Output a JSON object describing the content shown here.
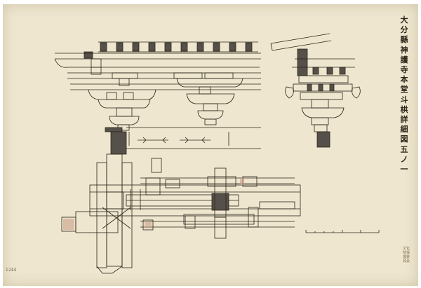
{
  "document": {
    "title_vertical": "大分縣神護寺本堂斗栱詳細図",
    "sheet_number": "五ノ一",
    "corner_note": "1244",
    "seal_text": "文化財保護委員会"
  },
  "colors": {
    "paper": "#eee6cf",
    "ink": "#2b2418",
    "fill_dark": "#555049",
    "fill_red_wash": "#c9a08a"
  }
}
